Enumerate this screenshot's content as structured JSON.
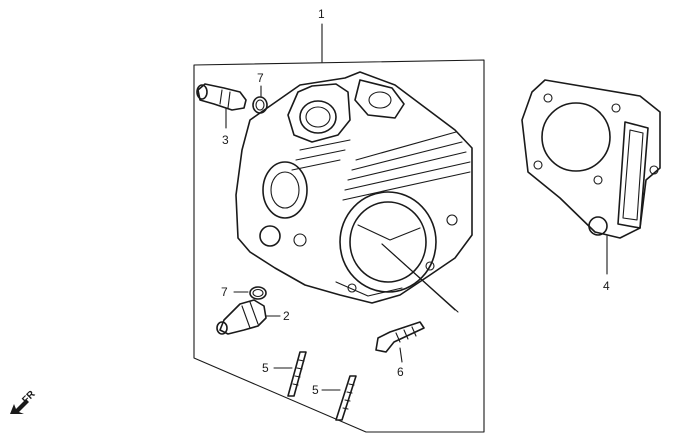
{
  "callouts": [
    {
      "label": "1"
    },
    {
      "label": "7"
    },
    {
      "label": "3"
    },
    {
      "label": "4"
    },
    {
      "label": "7"
    },
    {
      "label": "2"
    },
    {
      "label": "5"
    },
    {
      "label": "6"
    },
    {
      "label": "5"
    }
  ],
  "direction": {
    "label": "FR",
    "icon": "front-arrow-icon"
  },
  "colors": {
    "ink": "#1a1a1a",
    "background": "#ffffff"
  }
}
